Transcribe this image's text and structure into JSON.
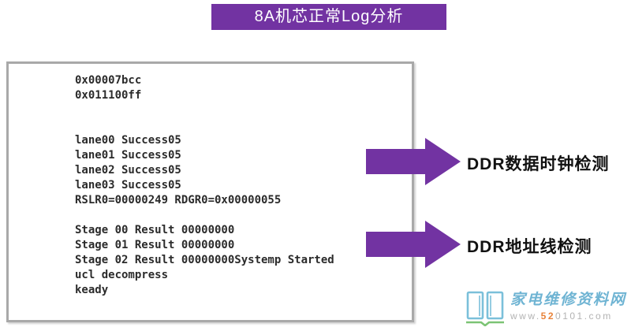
{
  "title": "8A机芯正常Log分析",
  "log": {
    "lines": [
      "0x00007bcc",
      "0x011100ff",
      "",
      "",
      "lane00 Success05",
      "lane01 Success05",
      "lane02 Success05",
      "lane03 Success05",
      "RSLR0=00000249 RDGR0=0x00000055",
      "",
      "Stage 00 Result 00000000",
      "Stage 01 Result 00000000",
      "Stage 02 Result 00000000Systemp Started",
      "ucl decompress",
      "keady"
    ]
  },
  "annotations": [
    {
      "label": "DDR数据时钟检测"
    },
    {
      "label": "DDR地址线检测"
    }
  ],
  "watermark": {
    "site_name": "家电维修资料网",
    "url_prefix": "www.",
    "url_highlight": "52",
    "url_mid": "0101",
    "url_suffix": ".com"
  },
  "colors": {
    "accent_purple": "#7233A2",
    "box_border_gray": "#A9A9A9",
    "label_black": "#111111",
    "watermark_blue": "#6FB4D3",
    "watermark_green": "#7CC474",
    "url_orange": "#E8833A"
  }
}
